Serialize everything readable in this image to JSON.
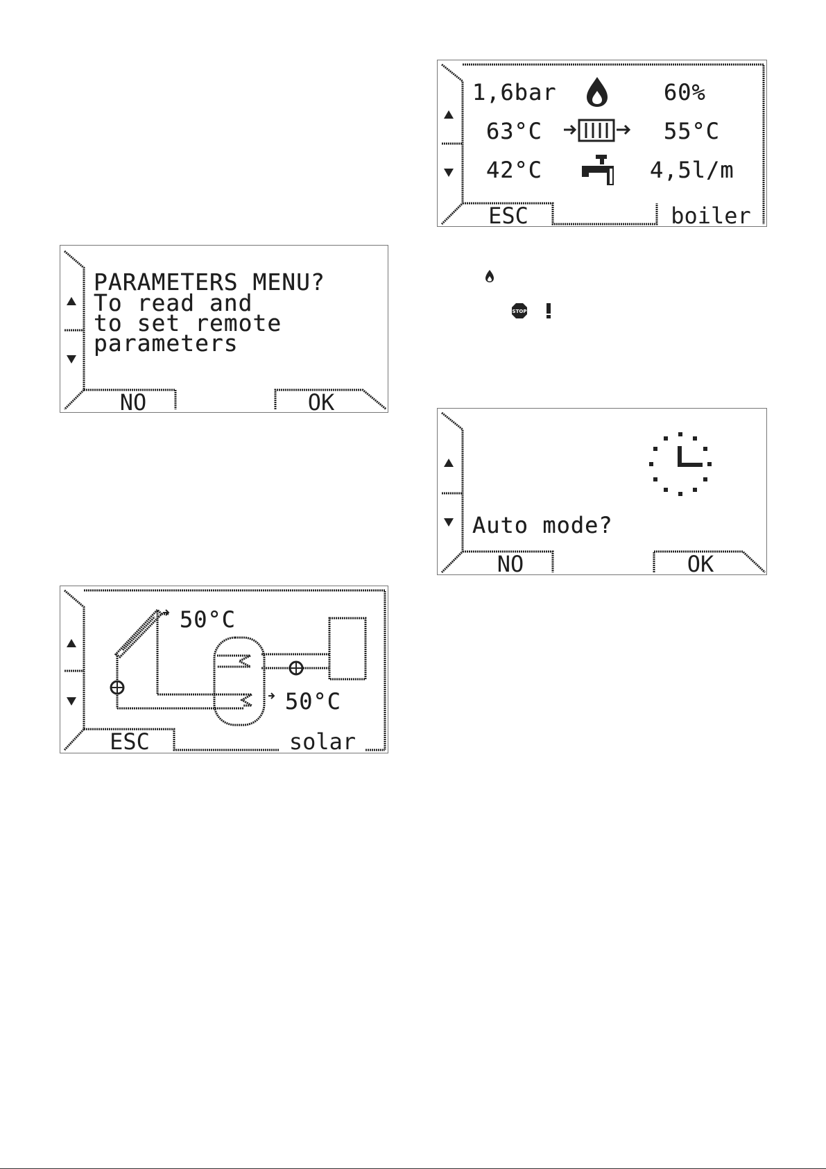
{
  "screens": {
    "parameters": {
      "line1": "PARAMETERS MENU?",
      "line2": "To read and",
      "line3": "to set remote",
      "line4": "parameters",
      "left_key": "NO",
      "right_key": "OK"
    },
    "boiler": {
      "pressure": "1,6bar",
      "flame_percent": "60%",
      "flow_temp": "63°C",
      "return_temp": "55°C",
      "dhw_temp": "42°C",
      "dhw_flow": "4,5l/m",
      "left_key": "ESC",
      "right_key": "boiler"
    },
    "solar": {
      "collector_temp": "50°C",
      "tank_temp": "50°C",
      "left_key": "ESC",
      "right_key": "solar"
    },
    "auto": {
      "prompt": "Auto mode?",
      "left_key": "NO",
      "right_key": "OK"
    }
  },
  "icons": {
    "flame": "flame-icon",
    "stop": "stop-icon",
    "warning": "exclamation-icon",
    "clock": "clock-icon",
    "radiator": "radiator-icon",
    "tap": "tap-icon",
    "up": "up-arrow-icon",
    "down": "down-arrow-icon"
  },
  "colors": {
    "lcd_ink": "#1e1e1e",
    "stop_red": "#222222"
  }
}
